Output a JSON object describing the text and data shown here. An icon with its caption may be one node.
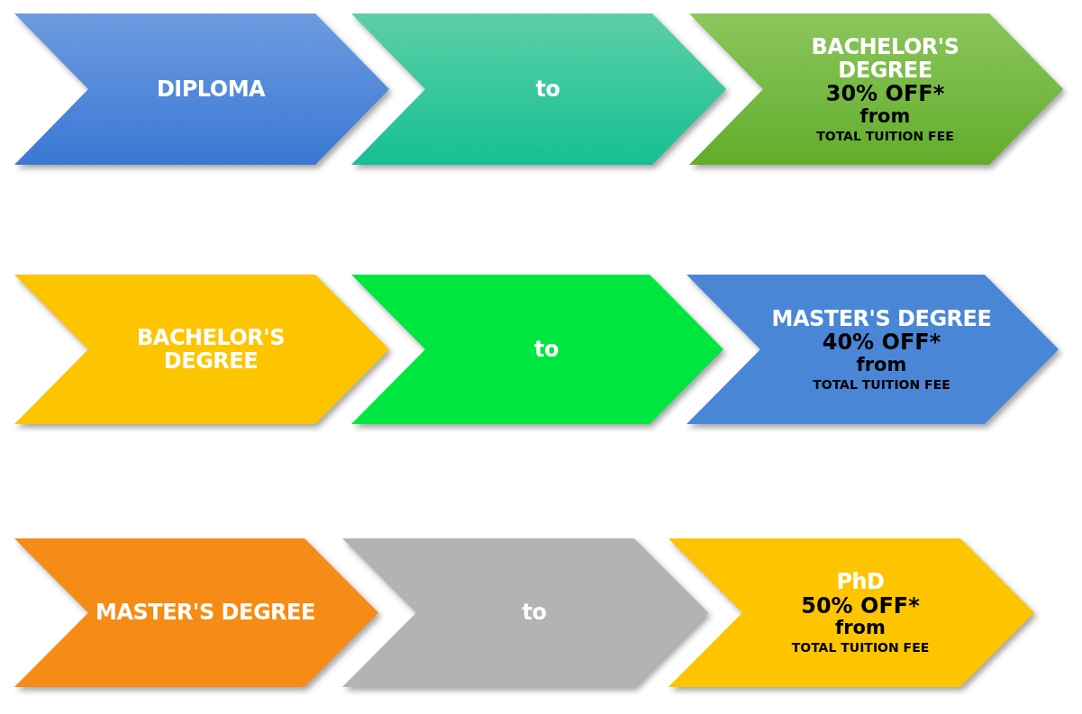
{
  "diagram": {
    "nodes": [
      {
        "text": [
          "DIPLOMA"
        ]
      },
      {
        "text": [
          "to"
        ]
      },
      {
        "text": [
          "BACHELOR'S DEGREE",
          "30% OFF*",
          "from",
          "TOTAL TUITION FEE"
        ]
      },
      {
        "text": [
          "BACHELOR'S DEGREE"
        ]
      },
      {
        "text": [
          "to"
        ]
      },
      {
        "text": [
          "MASTER'S DEGREE",
          "40% OFF*",
          "from",
          "TOTAL TUITION FEE"
        ]
      },
      {
        "text": [
          "MASTER'S DEGREE"
        ]
      },
      {
        "text": [
          "to"
        ]
      },
      {
        "text": [
          "PhD",
          "50% OFF*",
          "from",
          "TOTAL TUITION FEE"
        ]
      }
    ]
  }
}
